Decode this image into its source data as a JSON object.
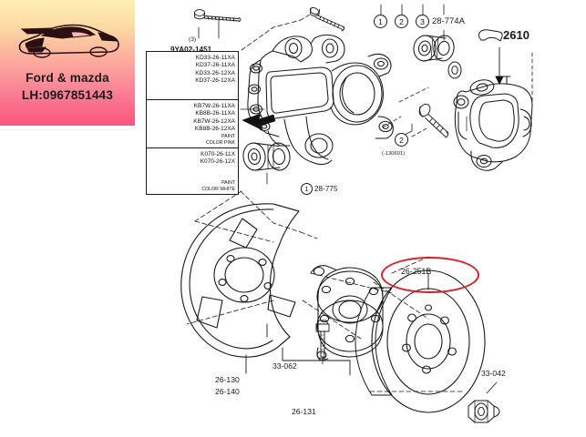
{
  "document": {
    "type": "Vehicle parts exploded diagram",
    "subject": "Rear wheel hub, knuckle, brake disc and caliper assembly"
  },
  "watermark": {
    "icon": "sports-car-icon",
    "line1": "Ford & mazda",
    "line2": "LH:0967851443",
    "gradient_top": "#fdf0b4",
    "gradient_bottom": "#f9547e"
  },
  "table": {
    "header_code": "9YA02-1451",
    "header_qty": "(3)",
    "rows": [
      {
        "icon": "bracket-part-icon",
        "codes": "KD33-26-11XA\nKD37-26-11XA\nKD33-26-12XA\nKD37-26-12XA",
        "paint": ""
      },
      {
        "icon": "bracket-part-icon",
        "codes": "KB7W-26-11XA\nKB8B-26-11XA\nKB7W-26-12XA\nKB8B-26-12XA",
        "paint": "PAINT\nCOLOR PINK"
      },
      {
        "icon": "bracket-part-icon",
        "codes": "K070-26-11X\nK070-26-12X",
        "paint": "PAINT\nCOLOR WHITE"
      }
    ]
  },
  "callouts": {
    "index_1": "1",
    "index_2": "2",
    "index_3": "3",
    "bushing_upper": "28-774A",
    "caliper": "2610",
    "bushing_lower_index": "1",
    "bushing_lower": "28-775",
    "bolt_index": "2",
    "bolt_date_note": "(-130601)",
    "backing_plate_a": "26-130",
    "backing_plate_b": "26-140",
    "hub_bolt": "33-062",
    "hub": "26-131",
    "disc_highlight": "26-251B",
    "axle_nut": "33-042"
  },
  "highlight": {
    "color": "#d81f26",
    "target": "26-251B"
  }
}
